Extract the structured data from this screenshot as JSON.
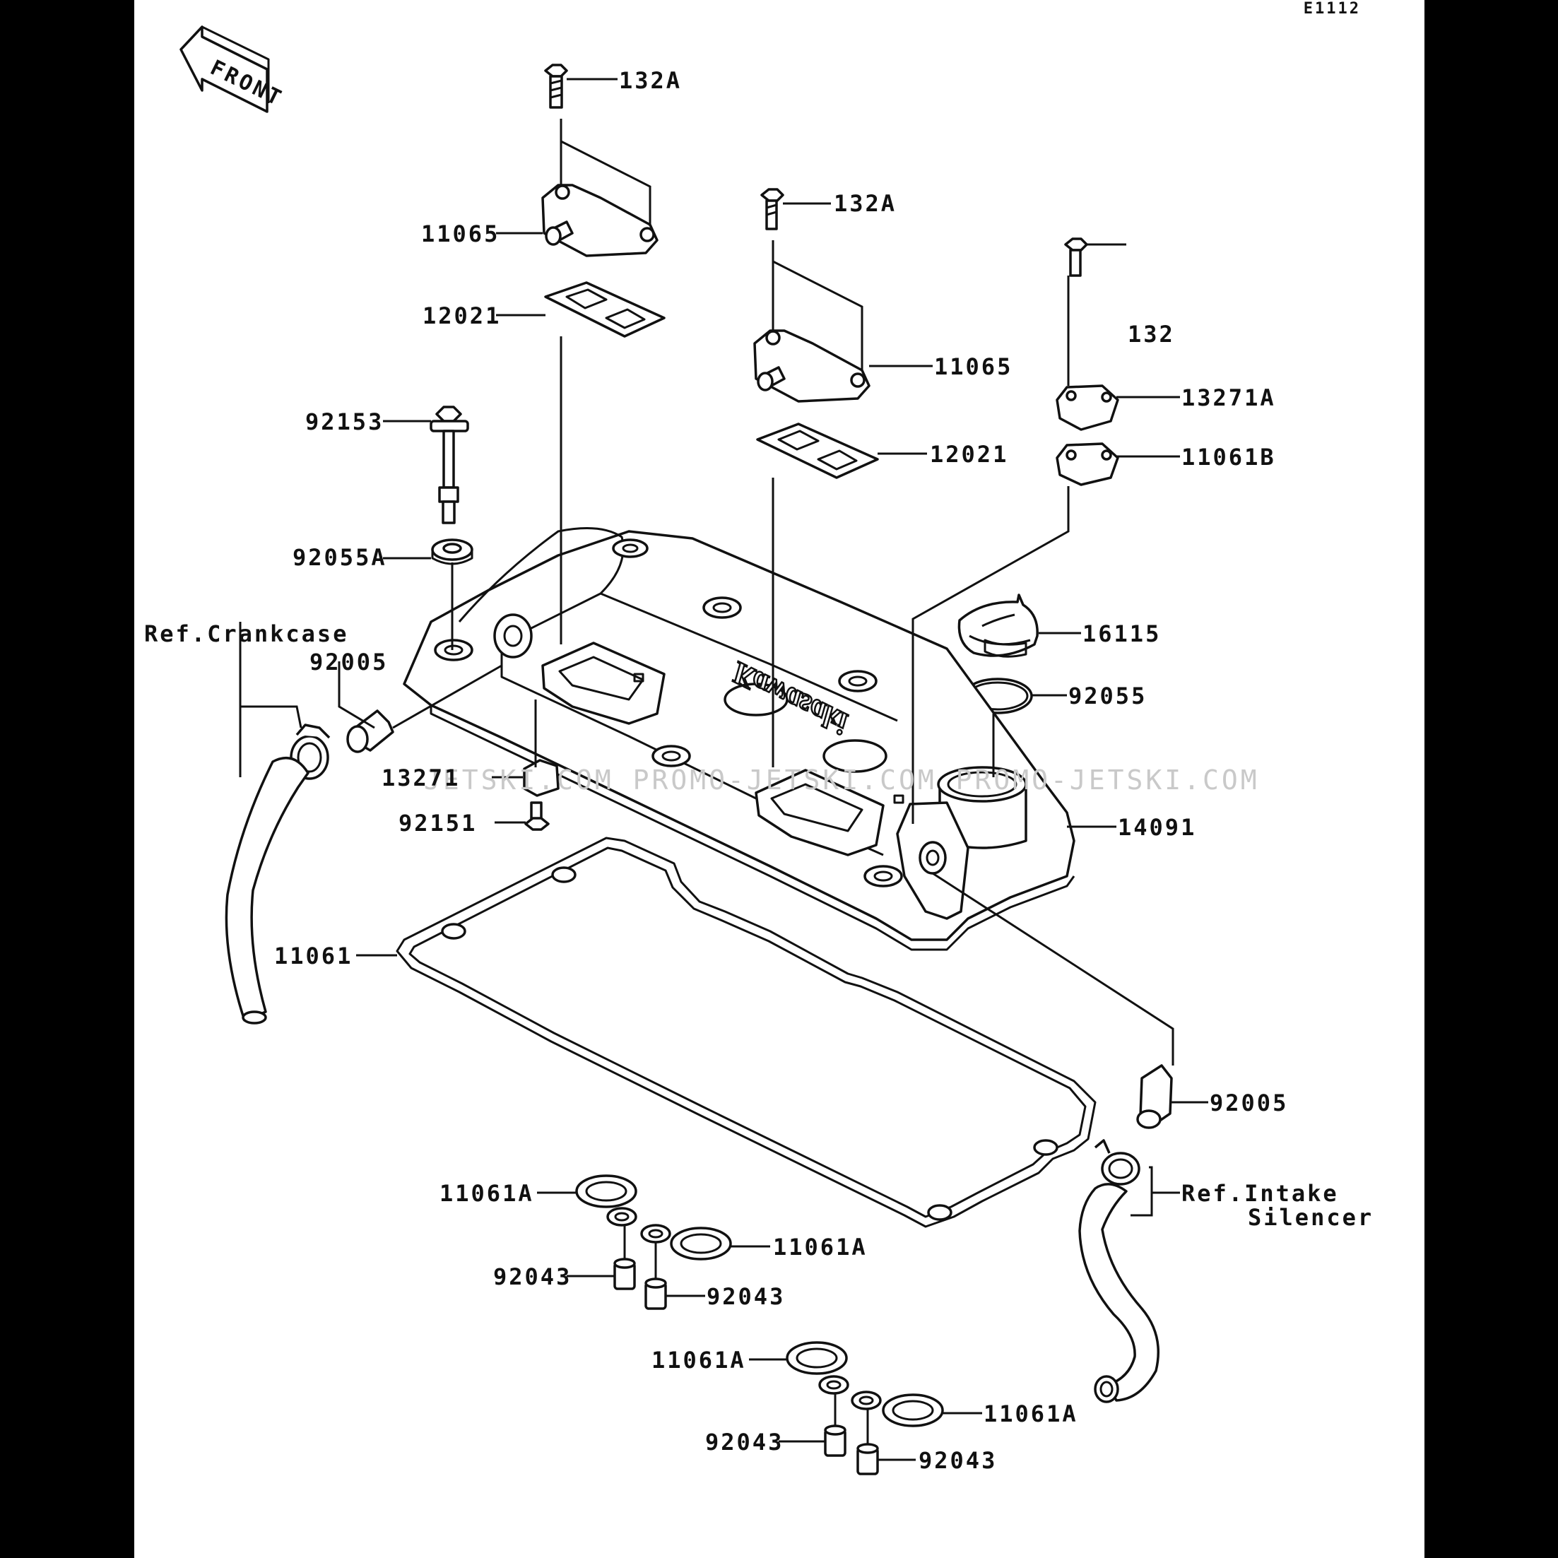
{
  "diagram": {
    "code": "E1112",
    "front_label": "FRONT",
    "logo_text": "Kawasaki",
    "watermark": "JETSKI.COM  PROMO-JETSKI.COM  PROMO-JETSKI.COM",
    "callouts": {
      "c132a_1": "132A",
      "c132a_2": "132A",
      "c132": "132",
      "c11065_1": "11065",
      "c11065_2": "11065",
      "c12021_1": "12021",
      "c12021_2": "12021",
      "c13271a": "13271A",
      "c11061b": "11061B",
      "c92153": "92153",
      "c92055a": "92055A",
      "c16115": "16115",
      "c92055": "92055",
      "ref_crankcase": "Ref.Crankcase",
      "c92005_1": "92005",
      "c13271": "13271",
      "c92151": "92151",
      "c14091": "14091",
      "c11061": "11061",
      "c92005_2": "92005",
      "ref_intake_1": "Ref.Intake",
      "ref_intake_2": "Silencer",
      "c11061a_1": "11061A",
      "c11061a_2": "11061A",
      "c11061a_3": "11061A",
      "c11061a_4": "11061A",
      "c92043_1": "92043",
      "c92043_2": "92043",
      "c92043_3": "92043",
      "c92043_4": "92043"
    }
  }
}
